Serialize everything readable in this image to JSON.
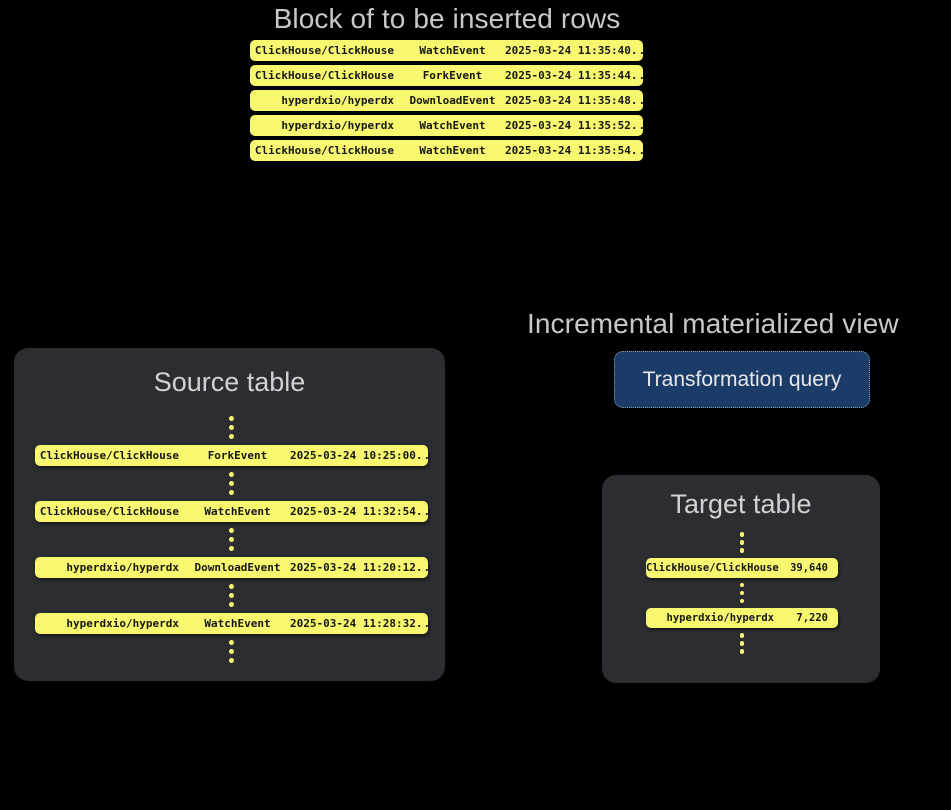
{
  "headings": {
    "block": "Block of to be inserted rows",
    "materialized_view": "Incremental materialized view"
  },
  "colors": {
    "background": "#000000",
    "card_background": "#2c2d31",
    "row_yellow": "#f7f770",
    "row_text": "#171714",
    "heading_text": "#c8c8c8",
    "transform_box": "#1b3b68",
    "transform_border": "#8a99ad"
  },
  "insert_block": {
    "rows": [
      {
        "repo": "ClickHouse/ClickHouse",
        "event": "WatchEvent",
        "timestamp": "2025-03-24 11:35:40",
        "more": "..."
      },
      {
        "repo": "ClickHouse/ClickHouse",
        "event": "ForkEvent",
        "timestamp": "2025-03-24 11:35:44",
        "more": "..."
      },
      {
        "repo": "hyperdxio/hyperdx",
        "event": "DownloadEvent",
        "timestamp": "2025-03-24 11:35:48",
        "more": "..."
      },
      {
        "repo": "hyperdxio/hyperdx",
        "event": "WatchEvent",
        "timestamp": "2025-03-24 11:35:52",
        "more": "..."
      },
      {
        "repo": "ClickHouse/ClickHouse",
        "event": "WatchEvent",
        "timestamp": "2025-03-24 11:35:54",
        "more": "..."
      }
    ]
  },
  "source_table": {
    "title": "Source table",
    "rows": [
      {
        "repo": "ClickHouse/ClickHouse",
        "event": "ForkEvent",
        "timestamp": "2025-03-24 10:25:00",
        "more": "..."
      },
      {
        "repo": "ClickHouse/ClickHouse",
        "event": "WatchEvent",
        "timestamp": "2025-03-24 11:32:54",
        "more": "..."
      },
      {
        "repo": "hyperdxio/hyperdx",
        "event": "DownloadEvent",
        "timestamp": "2025-03-24 11:20:12",
        "more": "..."
      },
      {
        "repo": "hyperdxio/hyperdx",
        "event": "WatchEvent",
        "timestamp": "2025-03-24 11:28:32",
        "more": "..."
      }
    ]
  },
  "transformation": {
    "label": "Transformation query"
  },
  "target_table": {
    "title": "Target table",
    "rows": [
      {
        "repo": "ClickHouse/ClickHouse",
        "count": "39,640"
      },
      {
        "repo": "hyperdxio/hyperdx",
        "count": "7,220"
      }
    ]
  }
}
